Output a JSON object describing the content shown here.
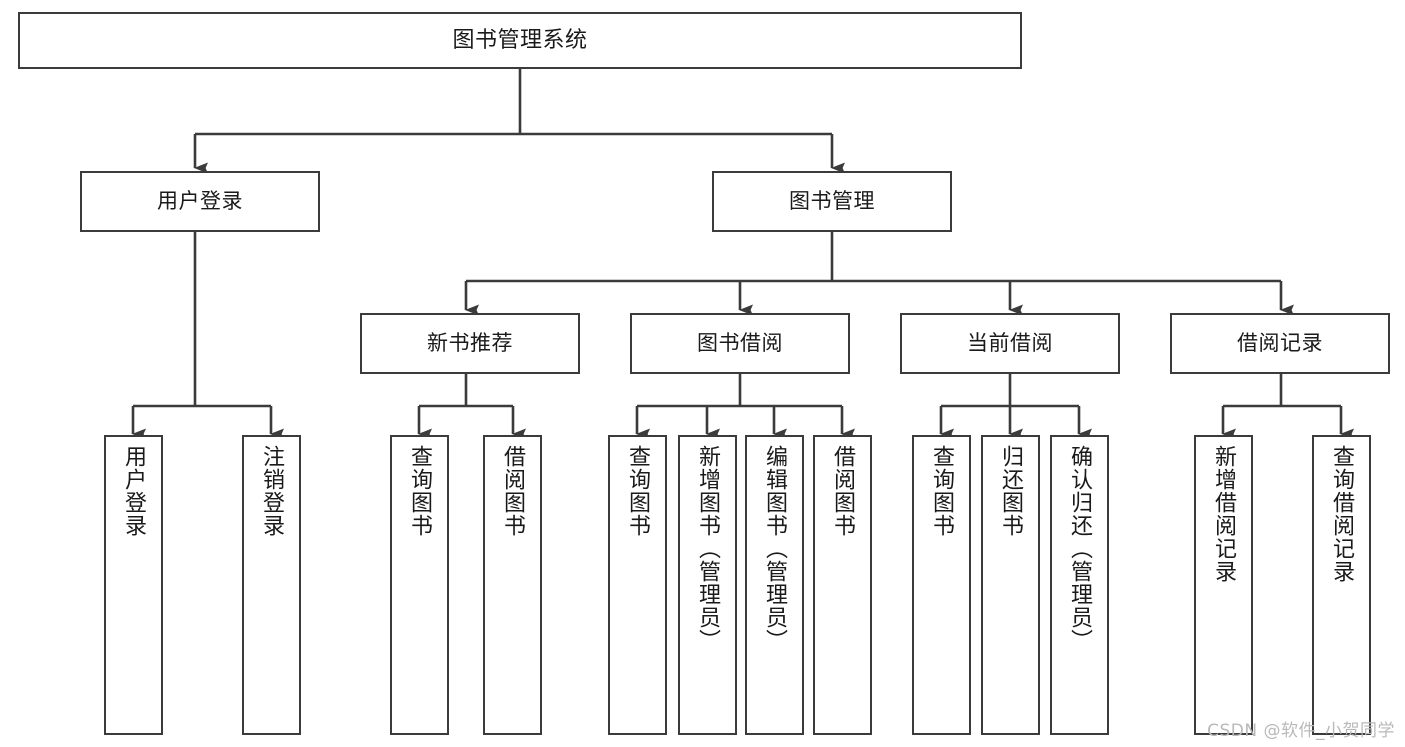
{
  "diagram": {
    "type": "tree",
    "title": "图书管理系统",
    "orientation": "top-down",
    "style": {
      "box_border_color": "#3b3b3b",
      "box_fill_color": "#ffffff",
      "edge_color": "#3b3b3b",
      "background_color": "#ffffff",
      "text_color": "#1a1a1a"
    },
    "nodes": {
      "root": {
        "label": "图书管理系统"
      },
      "level1": [
        {
          "label": "用户登录"
        },
        {
          "label": "图书管理"
        }
      ],
      "level2": [
        {
          "label": "新书推荐"
        },
        {
          "label": "图书借阅"
        },
        {
          "label": "当前借阅"
        },
        {
          "label": "借阅记录"
        }
      ],
      "leaves": {
        "user_login": [
          {
            "label": "用户登录"
          },
          {
            "label": "注销登录"
          }
        ],
        "new_book_recommend": [
          {
            "label": "查询图书"
          },
          {
            "label": "借阅图书"
          }
        ],
        "book_borrow": [
          {
            "label": "查询图书"
          },
          {
            "label": "新增图书（管理员）"
          },
          {
            "label": "编辑图书（管理员）"
          },
          {
            "label": "借阅图书"
          }
        ],
        "current_borrow": [
          {
            "label": "查询图书"
          },
          {
            "label": "归还图书"
          },
          {
            "label": "确认归还（管理员）"
          }
        ],
        "borrow_records": [
          {
            "label": "新增借阅记录"
          },
          {
            "label": "查询借阅记录"
          }
        ]
      }
    },
    "edges": [
      {
        "from": "图书管理系统",
        "to": "用户登录"
      },
      {
        "from": "图书管理系统",
        "to": "图书管理"
      },
      {
        "from": "用户登录",
        "to": "用户登录"
      },
      {
        "from": "用户登录",
        "to": "注销登录"
      },
      {
        "from": "图书管理",
        "to": "新书推荐"
      },
      {
        "from": "图书管理",
        "to": "图书借阅"
      },
      {
        "from": "图书管理",
        "to": "当前借阅"
      },
      {
        "from": "图书管理",
        "to": "借阅记录"
      },
      {
        "from": "新书推荐",
        "to": "查询图书"
      },
      {
        "from": "新书推荐",
        "to": "借阅图书"
      },
      {
        "from": "图书借阅",
        "to": "查询图书"
      },
      {
        "from": "图书借阅",
        "to": "新增图书（管理员）"
      },
      {
        "from": "图书借阅",
        "to": "编辑图书（管理员）"
      },
      {
        "from": "图书借阅",
        "to": "借阅图书"
      },
      {
        "from": "当前借阅",
        "to": "查询图书"
      },
      {
        "from": "当前借阅",
        "to": "归还图书"
      },
      {
        "from": "当前借阅",
        "to": "确认归还（管理员）"
      },
      {
        "from": "借阅记录",
        "to": "新增借阅记录"
      },
      {
        "from": "借阅记录",
        "to": "查询借阅记录"
      }
    ]
  },
  "watermark": {
    "text": "CSDN @软件_小贺同学"
  }
}
